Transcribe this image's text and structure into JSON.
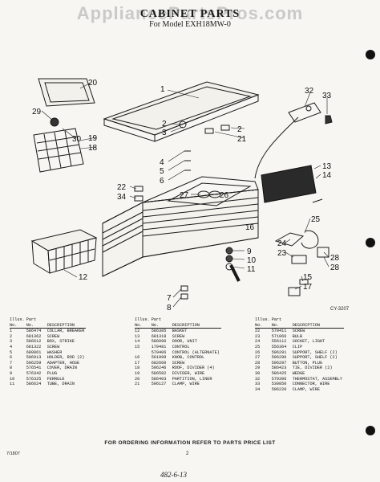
{
  "watermark": "AppliancePartsPros.com",
  "title": "CABINET PARTS",
  "subtitle": "For Model EXH18MW-0",
  "figure_ref": "CY-3207",
  "callouts": [
    "1",
    "2",
    "3",
    "4",
    "5",
    "6",
    "7",
    "8",
    "9",
    "10",
    "11",
    "12",
    "13",
    "14",
    "15",
    "16",
    "17",
    "18",
    "19",
    "20",
    "21",
    "22",
    "23",
    "24",
    "25",
    "26",
    "27",
    "28",
    "29",
    "30",
    "32",
    "33",
    "34"
  ],
  "columns": {
    "illus_no": "Illus. No.",
    "part_no": "Part No.",
    "description": "DESCRIPTION"
  },
  "parts_col1": [
    {
      "n": "1",
      "p": "586474",
      "d": "COLLAR, BREAKER"
    },
    {
      "n": "2",
      "p": "681362",
      "d": "SCREW"
    },
    {
      "n": "3",
      "p": "586612",
      "d": "BOX, STRIKE"
    },
    {
      "n": "4",
      "p": "681322",
      "d": "SCREW"
    },
    {
      "n": "5",
      "p": "680861",
      "d": "WASHER"
    },
    {
      "n": "6",
      "p": "596913",
      "d": "HOLDER, ROD (2)"
    },
    {
      "n": "7",
      "p": "596259",
      "d": "ADAPTER, HOSE"
    },
    {
      "n": "8",
      "p": "576541",
      "d": "COVER, DRAIN"
    },
    {
      "n": "9",
      "p": "576342",
      "d": "PLUG"
    },
    {
      "n": "10",
      "p": "576325",
      "d": "FERRULE"
    },
    {
      "n": "11",
      "p": "586624",
      "d": "TUBE, DRAIN"
    }
  ],
  "parts_col2": [
    {
      "n": "12",
      "p": "586385",
      "d": "BASKET"
    },
    {
      "n": "13",
      "p": "681318",
      "d": "SCREW"
    },
    {
      "n": "14",
      "p": "586096",
      "d": "DOOR, UNIT"
    },
    {
      "n": "15",
      "p": "179481",
      "d": "CONTROL"
    },
    {
      "n": "",
      "p": "579406",
      "d": "CONTROL (ALTERNATE)"
    },
    {
      "n": "16",
      "p": "561999",
      "d": "KNOB, CONTROL"
    },
    {
      "n": "17",
      "p": "682660",
      "d": "SCREW"
    },
    {
      "n": "18",
      "p": "596246",
      "d": "ROOF, DIVIDER (4)"
    },
    {
      "n": "19",
      "p": "586582",
      "d": "DIVIDER, WIRE"
    },
    {
      "n": "20",
      "p": "586403",
      "d": "PARTITION, LINER"
    },
    {
      "n": "21",
      "p": "596127",
      "d": "CLAMP, WIRE"
    }
  ],
  "parts_col3": [
    {
      "n": "22",
      "p": "579411",
      "d": "SCREW"
    },
    {
      "n": "23",
      "p": "571066",
      "d": "BULB"
    },
    {
      "n": "24",
      "p": "556112",
      "d": "SOCKET, LIGHT"
    },
    {
      "n": "25",
      "p": "556364",
      "d": "CLIP"
    },
    {
      "n": "26",
      "p": "596291",
      "d": "SUPPORT, SHELF (2)"
    },
    {
      "n": "27",
      "p": "596290",
      "d": "SUPPORT, SHELF (2)"
    },
    {
      "n": "28",
      "p": "596297",
      "d": "BUTTON, PLUG"
    },
    {
      "n": "29",
      "p": "586423",
      "d": "TIE, DIVIDER (2)"
    },
    {
      "n": "30",
      "p": "586425",
      "d": "WEDGE"
    },
    {
      "n": "32",
      "p": "579396",
      "d": "THERMOSTAT, ASSEMBLY"
    },
    {
      "n": "33",
      "p": "530850",
      "d": "CONNECTOR, WIRE"
    },
    {
      "n": "34",
      "p": "596220",
      "d": "CLAMP, WIRE"
    }
  ],
  "footer": {
    "order_note": "FOR ORDERING INFORMATION REFER TO PARTS PRICE LIST",
    "left_code": "7/1807",
    "page": "2",
    "handwritten": "482-6-13"
  }
}
